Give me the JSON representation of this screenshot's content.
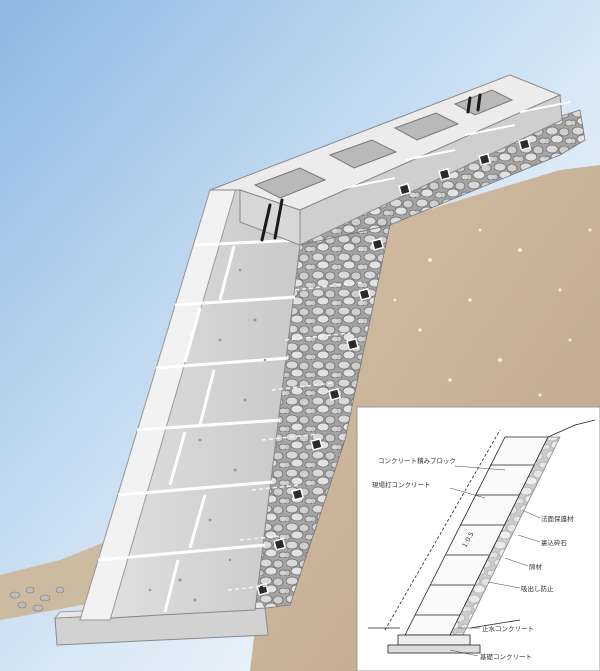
{
  "colors": {
    "sky_top": "#9fc3e6",
    "sky_bottom": "#f5f9fd",
    "soil": "#c9b49a",
    "soil_dark": "#b89f82",
    "concrete": "#d4d4d4",
    "concrete_light": "#e6e6e6",
    "concrete_edge": "#ffffff",
    "gravel": "#8f8f8f",
    "rebar": "#1a1a1a"
  },
  "detail": {
    "labels": [
      "コンクリート積みブロック",
      "現場打コンクリート",
      "1:0.5",
      "法面保護材",
      "裏込砕石",
      "隙材",
      "吸出し防止",
      "止水コンクリート",
      "基礎コンクリート"
    ]
  }
}
